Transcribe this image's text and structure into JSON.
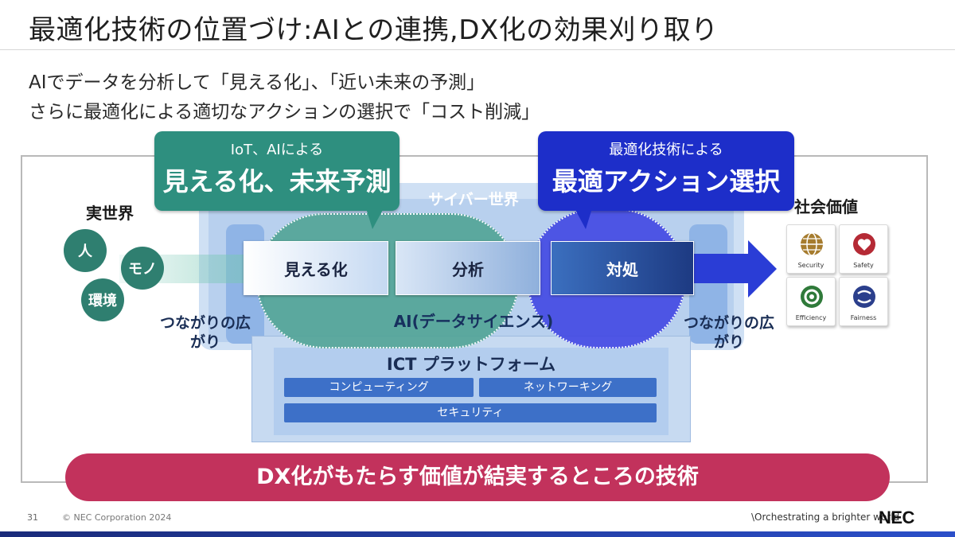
{
  "slide": {
    "title": "最適化技術の位置づけ:AIとの連携,DX化の効果刈り取り",
    "subtitle_line1": "AIでデータを分析して「見える化」、「近い未来の予測」",
    "subtitle_line2": "さらに最適化による適切なアクションの選択で「コスト削減」"
  },
  "diagram": {
    "cyber_world_label": "サイバー世界",
    "ai_label": "AI(データサイエンス)",
    "bubble_left": {
      "small": "IoT、AIによる",
      "big": "見える化、未来予測"
    },
    "bubble_right": {
      "small": "最適化技術による",
      "big": "最適アクション選択"
    },
    "steps": {
      "visualize": "見える化",
      "analyze": "分析",
      "act": "対処"
    },
    "real_world": {
      "label": "実世界",
      "person": "人",
      "thing": "モノ",
      "environment": "環境"
    },
    "connection_left": "つながりの広がり",
    "connection_right": "つながりの広がり",
    "social_value": {
      "label": "社会価値",
      "items": [
        "Security",
        "Safety",
        "Efficiency",
        "Fairness"
      ]
    },
    "ict": {
      "title": "ICT プラットフォーム",
      "computing": "コンピューティング",
      "networking": "ネットワーキング",
      "security": "セキュリティ"
    }
  },
  "banner": "DX化がもたらす価値が結実するところの技術",
  "footer": {
    "page": "31",
    "copyright": "© NEC Corporation 2024",
    "tagline": "\\Orchestrating a brighter world",
    "logo": "NEC"
  },
  "colors": {
    "green": "#2e8f7f",
    "blue": "#1d2ec9",
    "banner": "#c2325c",
    "ict_pill": "#3d70c8"
  }
}
